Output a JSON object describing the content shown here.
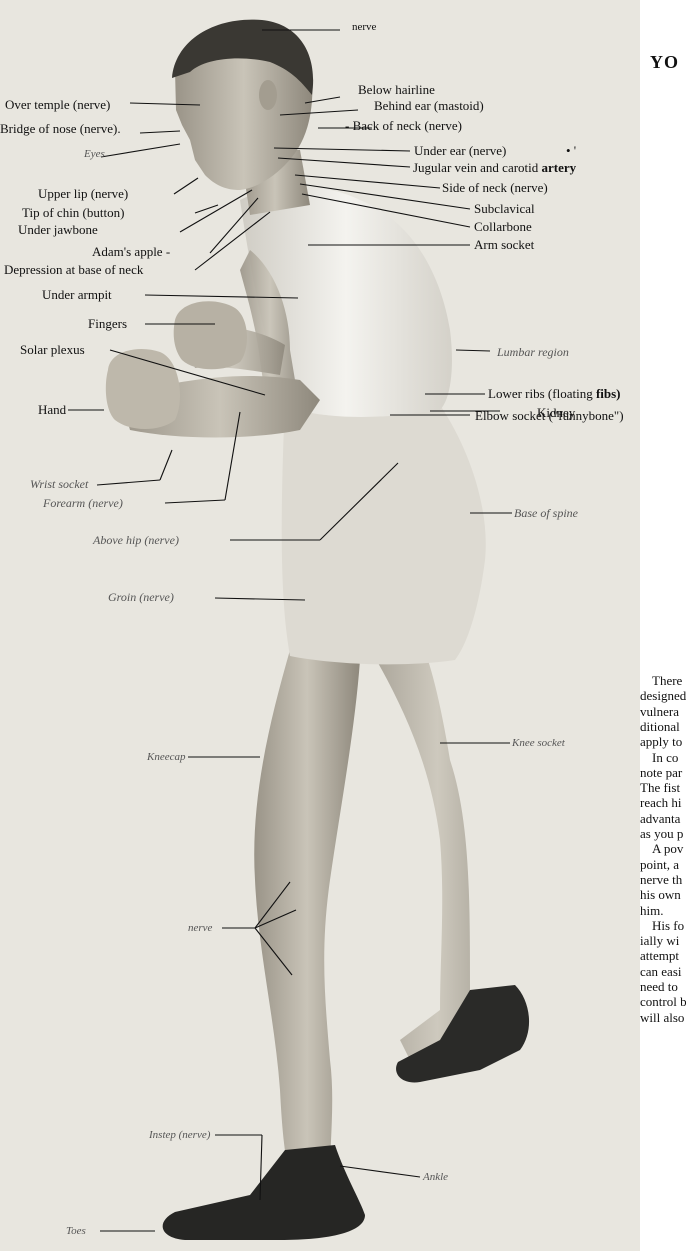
{
  "title": "YO",
  "labels": {
    "nerve_top": "nerve",
    "below_hairline": "Below hairline",
    "behind_ear": "Behind ear (mastoid)",
    "over_temple": "Over temple (nerve)",
    "back_of_neck": "- Back of neck (nerve)",
    "bridge_of_nose": "Bridge of nose (nerve).",
    "eyes": "Eyes",
    "under_ear": "Under ear (nerve)",
    "dot": "•  '",
    "jugular": "Jugular vein and carotid",
    "artery": "artery",
    "upper_lip": "Upper lip (nerve)",
    "side_of_neck": "Side of neck (nerve)",
    "tip_of_chin": "Tip of chin (button)",
    "subclavical": "Subclavical",
    "under_jawbone": "Under jawbone",
    "collarbone": "Collarbone",
    "adams_apple": "Adam's apple -",
    "arm_socket": "Arm socket",
    "depression": "Depression at base of neck",
    "under_armpit": "Under armpit",
    "fingers": "Fingers",
    "solar_plexus": "Solar plexus",
    "lumbar": "Lumbar region",
    "lower_ribs": "Lower ribs (floating",
    "fibs": "fibs)",
    "hand": "Hand",
    "kidney": "Kidney",
    "elbow_socket": "Elbow socket (\"funnybone\")",
    "wrist_socket": "Wrist socket",
    "forearm": "Forearm (nerve)",
    "base_of_spine": "Base of spine",
    "above_hip": "Above hip (nerve)",
    "groin": "Groin (nerve)",
    "knee_socket": "Knee socket",
    "kneecap": "Kneecap",
    "nerve_leg": "nerve",
    "instep": "Instep (nerve)",
    "ankle": "Ankle",
    "toes": "Toes"
  },
  "paragraph_lines": [
    "There",
    "designed",
    "vulnera",
    "ditional",
    "apply to",
    "In co",
    "note par",
    "The fist",
    "reach hi",
    "advanta",
    "as you p",
    "A pov",
    "point, a",
    "nerve th",
    "his own",
    "him.",
    "His fo",
    "ially wi",
    "attempt",
    "can easi",
    "need to",
    "control b",
    "will also"
  ]
}
